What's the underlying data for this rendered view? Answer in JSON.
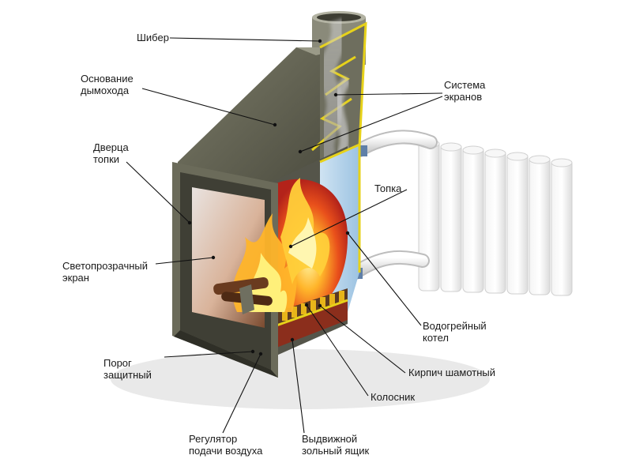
{
  "labels": [
    {
      "id": "shiber",
      "lines": [
        "Шибер"
      ]
    },
    {
      "id": "chimney-base",
      "lines": [
        "Основание",
        "дымохода"
      ]
    },
    {
      "id": "screen-system",
      "lines": [
        "Система",
        "экранов"
      ]
    },
    {
      "id": "firebox-door",
      "lines": [
        "Дверца",
        "топки"
      ]
    },
    {
      "id": "firebox",
      "lines": [
        "Топка"
      ]
    },
    {
      "id": "glass-screen",
      "lines": [
        "Светопрозрачный",
        "экран"
      ]
    },
    {
      "id": "water-boiler",
      "lines": [
        "Водогрейный",
        "котел"
      ]
    },
    {
      "id": "protective-sill",
      "lines": [
        "Порог",
        "защитный"
      ]
    },
    {
      "id": "fireclay-brick",
      "lines": [
        "Кирпич шамотный"
      ]
    },
    {
      "id": "grate",
      "lines": [
        "Колосник"
      ]
    },
    {
      "id": "air-regulator",
      "lines": [
        "Регулятор",
        "подачи воздуха"
      ]
    },
    {
      "id": "ash-drawer",
      "lines": [
        "Выдвижной",
        "зольный ящик"
      ]
    }
  ]
}
